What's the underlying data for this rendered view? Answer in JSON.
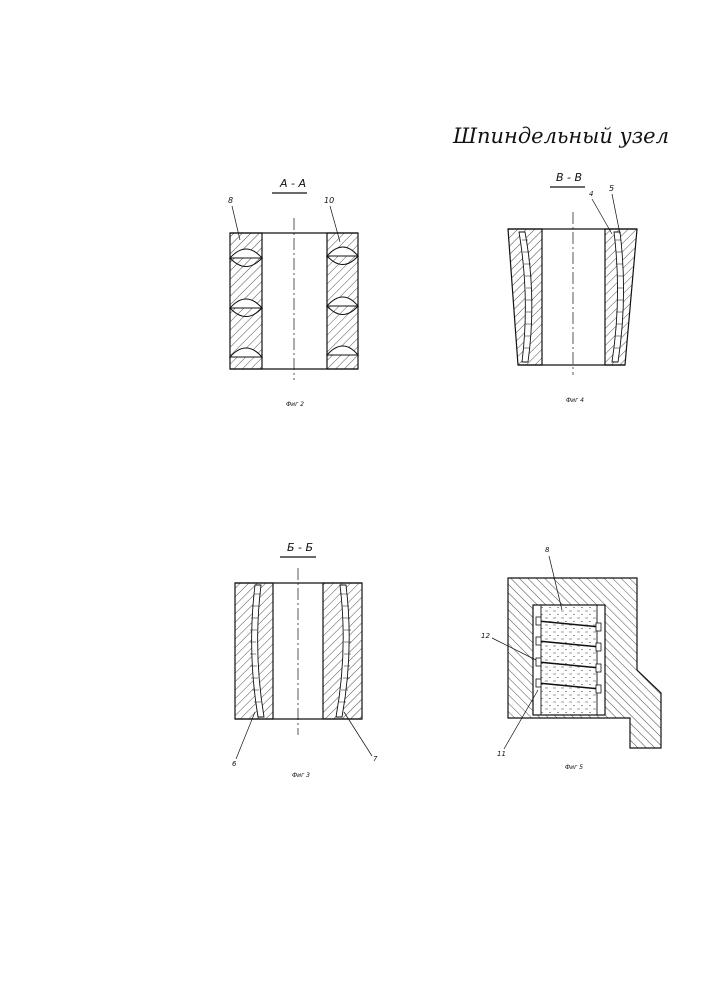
{
  "sheet": {
    "title": "Шпиндельный узел"
  },
  "views": {
    "fig2": {
      "section": "А - А",
      "caption": "Фиг 2",
      "refs": [
        "8",
        "10"
      ]
    },
    "fig4": {
      "section": "В - В",
      "caption": "Фиг 4",
      "refs": [
        "4",
        "5"
      ]
    },
    "fig3": {
      "section": "Б - Б",
      "caption": "Фиг 3",
      "refs": [
        "6",
        "7"
      ]
    },
    "fig5": {
      "caption": "Фиг 5",
      "refs": [
        "8",
        "12",
        "11"
      ]
    }
  }
}
